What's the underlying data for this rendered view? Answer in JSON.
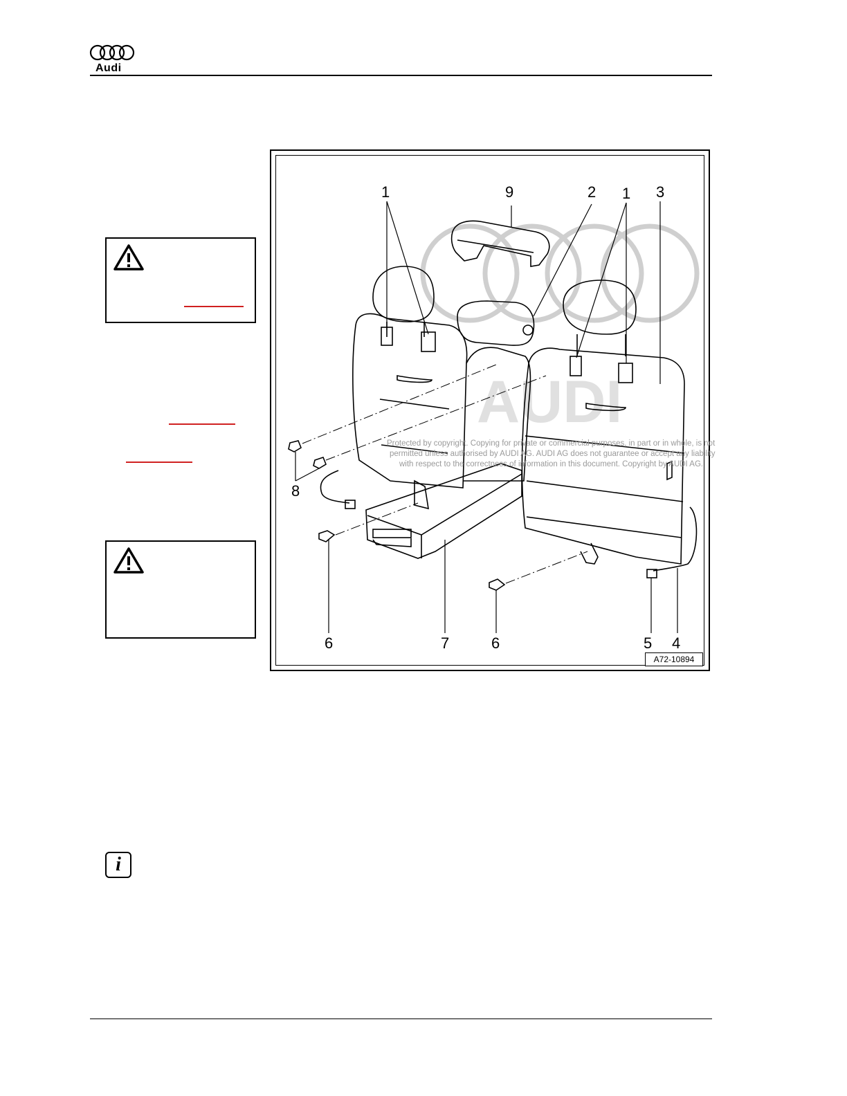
{
  "header": {
    "brand": "Audi"
  },
  "figure": {
    "ref_code": "A72-10894",
    "callouts": {
      "c1a": "1",
      "c9": "9",
      "c2": "2",
      "c1b": "1",
      "c3": "3",
      "c8": "8",
      "c6a": "6",
      "c7": "7",
      "c6b": "6",
      "c5": "5",
      "c4": "4"
    },
    "watermark": {
      "line1": "Protected by copyright. Copying for private or commercial purposes, in part or in whole, is not",
      "line2": "permitted unless authorised by AUDI AG. AUDI AG does not guarantee or accept any liability",
      "line3": "with respect to the correctness of information in this document. Copyright by AUDI AG."
    }
  },
  "icons": {
    "warning": "warning-triangle-icon",
    "info": "info-icon"
  },
  "colors": {
    "link": "#d02020",
    "watermark": "#9a9a9a"
  }
}
